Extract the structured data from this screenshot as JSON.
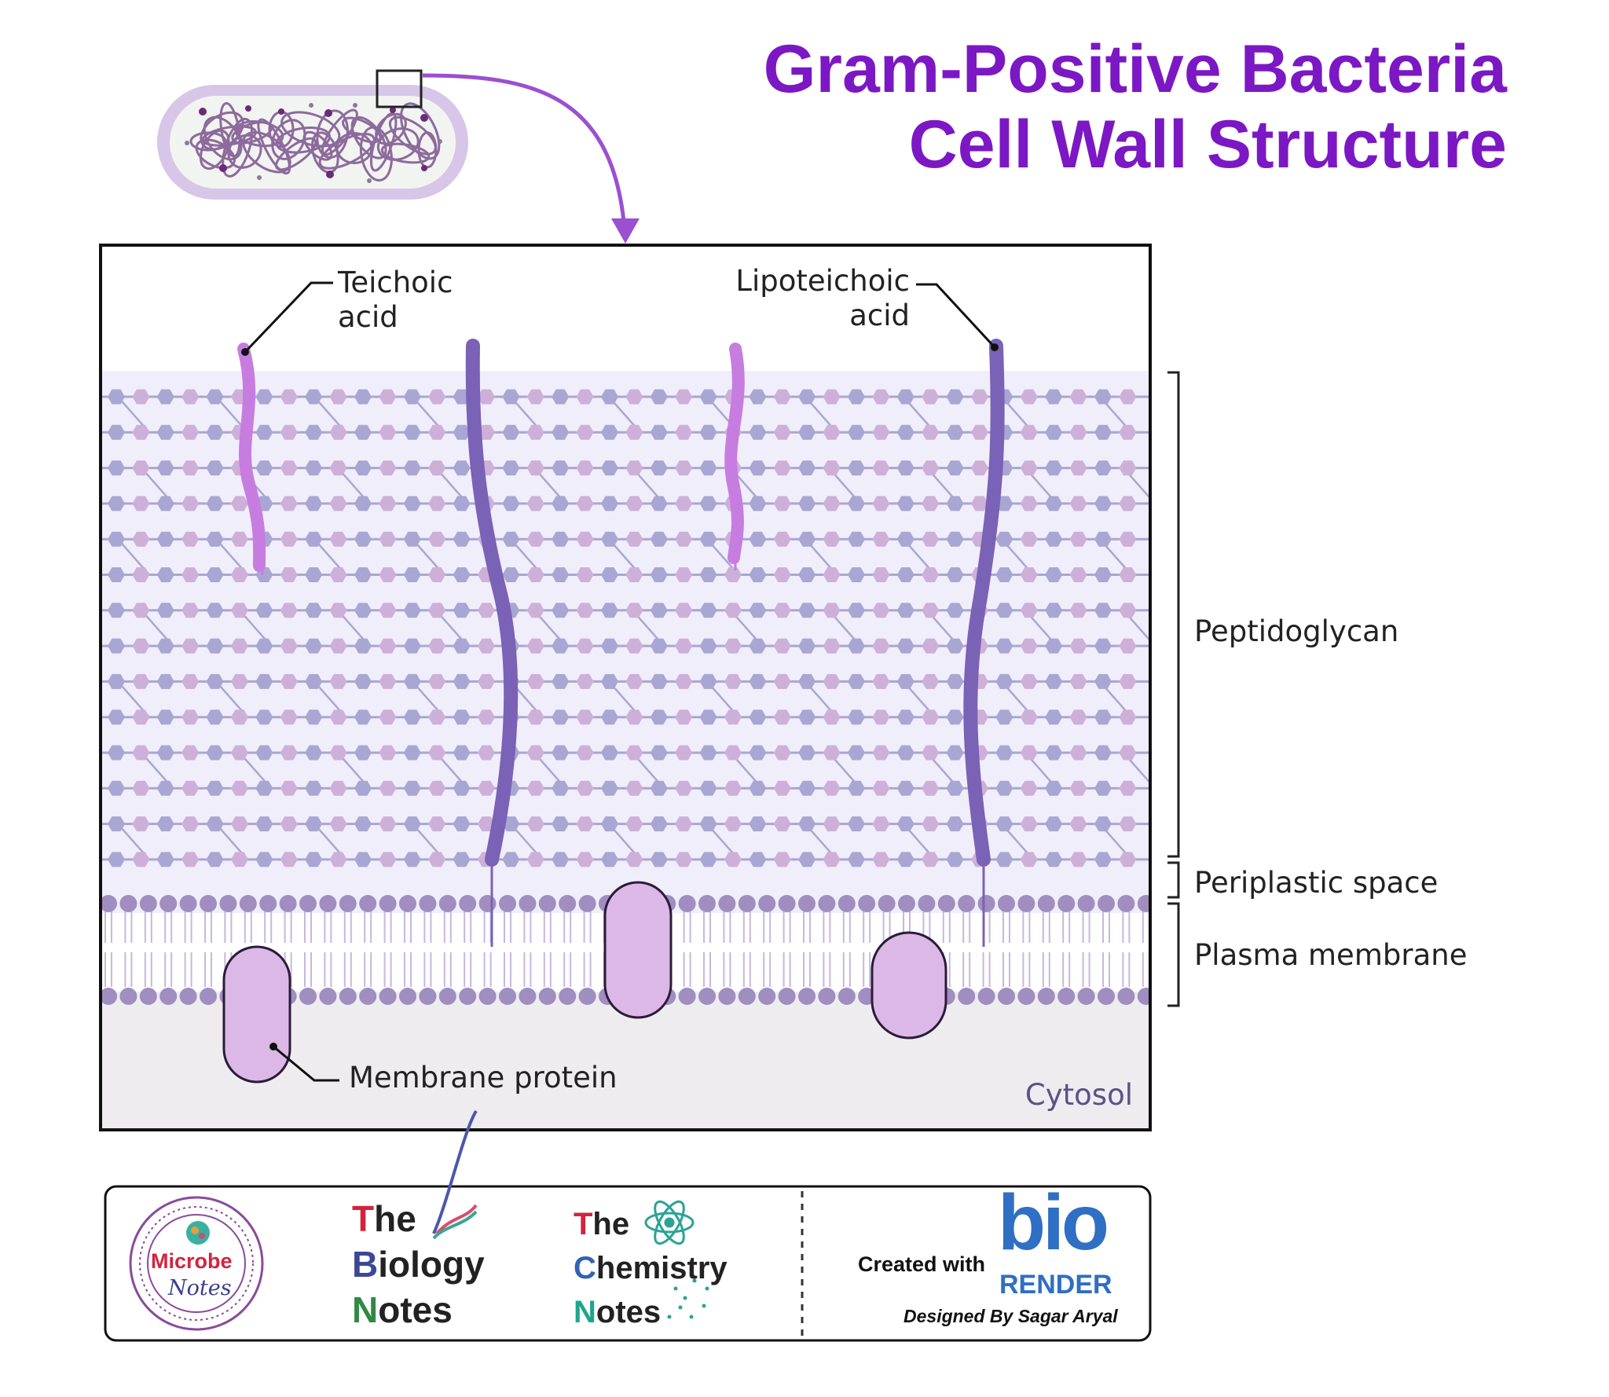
{
  "title": {
    "line1": "Gram-Positive Bacteria",
    "line2": "Cell Wall Structure"
  },
  "labels": {
    "teichoic_acid_line1": "Teichoic",
    "teichoic_acid_line2": "acid",
    "lipoteichoic_acid_line1": "Lipoteichoic",
    "lipoteichoic_acid_line2": "acid",
    "peptidoglycan": "Peptidoglycan",
    "periplastic_space": "Periplastic space",
    "plasma_membrane": "Plasma membrane",
    "membrane_protein": "Membrane protein",
    "cytosol": "Cytosol"
  },
  "footer": {
    "microbe_notes": {
      "word1": "Microbe",
      "word2": "Notes"
    },
    "biology_notes": {
      "line1": "The",
      "line2": "Biology",
      "line3": "Notes"
    },
    "chemistry_notes": {
      "line1": "The",
      "line2": "Chemistry",
      "line3": "Notes"
    },
    "created_with": "Created with",
    "biorender_logo": {
      "top": "bio",
      "bottom": "RENDER"
    },
    "designer": "Designed By Sagar Aryal"
  },
  "colors": {
    "title": "#7b18c4",
    "teichoic_acid": "#c77ddf",
    "lipoteichoic_acid": "#7a62b6",
    "hex_pink": "#cdb0d8",
    "hex_blue": "#a9a6d3",
    "lipid_head": "#9f8ebf",
    "membrane_protein": "#dbb8e6",
    "cytosol": "#efecf0",
    "peptidoglycan_bg": "#f1eefb"
  }
}
